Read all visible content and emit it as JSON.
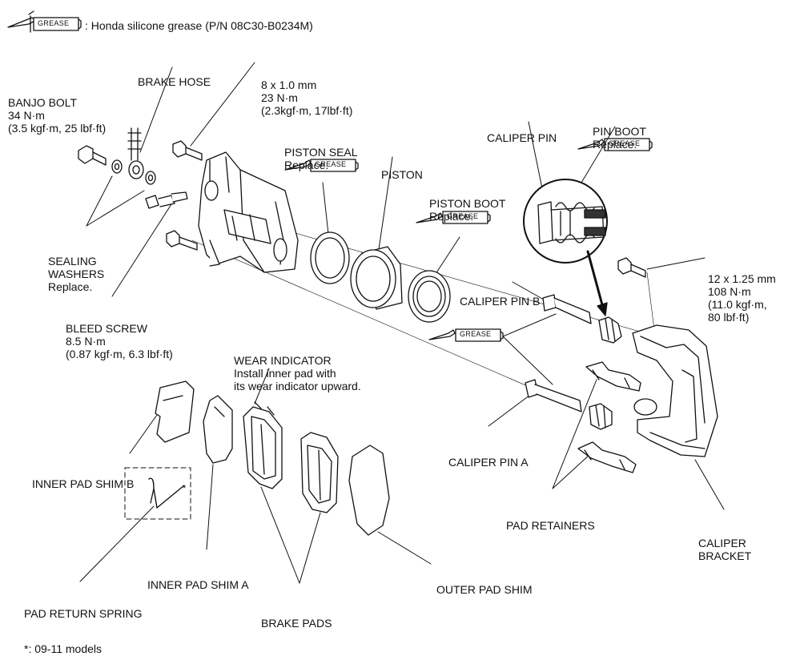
{
  "legend": {
    "grease_tag": "GREASE",
    "grease_desc": ": Honda silicone grease (P/N 08C30-B0234M)"
  },
  "grease_tags": [
    "GREASE",
    "GREASE",
    "GREASE",
    "GREASE",
    "GREASE"
  ],
  "callouts": {
    "banjo_bolt": [
      "BANJO BOLT",
      "34 N·m",
      "(3.5 kgf·m, 25 lbf·ft)"
    ],
    "brake_hose": [
      "BRAKE HOSE"
    ],
    "bolt_8x1": [
      "8 x 1.0 mm",
      "23 N·m",
      "(2.3kgf·m, 17lbf·ft)"
    ],
    "piston_seal": [
      "PISTON SEAL",
      "Replace."
    ],
    "piston": [
      "PISTON"
    ],
    "piston_boot": [
      "PISTON BOOT",
      "Replace."
    ],
    "caliper_pin": [
      "CALIPER PIN"
    ],
    "pin_boot": [
      "PIN BOOT",
      "Replace."
    ],
    "sealing_washers": [
      "SEALING",
      "WASHERS",
      "Replace."
    ],
    "bolt_12x125": [
      "12 x 1.25 mm",
      "108 N·m",
      "(11.0 kgf·m,",
      "80 lbf·ft)"
    ],
    "caliper_pin_b": [
      "CALIPER PIN B"
    ],
    "bleed_screw": [
      "BLEED SCREW",
      "8.5 N·m",
      "(0.87 kgf·m, 6.3 lbf·ft)"
    ],
    "wear_indicator": [
      "WEAR INDICATOR",
      "Install inner pad with",
      "its wear indicator upward."
    ],
    "caliper_pin_a": [
      "CALIPER PIN A"
    ],
    "inner_pad_shim_b": [
      "INNER PAD SHIM B"
    ],
    "star": [
      "*"
    ],
    "pad_retainers": [
      "PAD RETAINERS"
    ],
    "caliper_bracket": [
      "CALIPER",
      "BRACKET"
    ],
    "inner_pad_shim_a": [
      "INNER PAD SHIM A"
    ],
    "outer_pad_shim": [
      "OUTER PAD SHIM"
    ],
    "pad_return_spring": [
      "PAD RETURN SPRING"
    ],
    "brake_pads": [
      "BRAKE PADS"
    ]
  },
  "footnote": "*: 09-11 models"
}
